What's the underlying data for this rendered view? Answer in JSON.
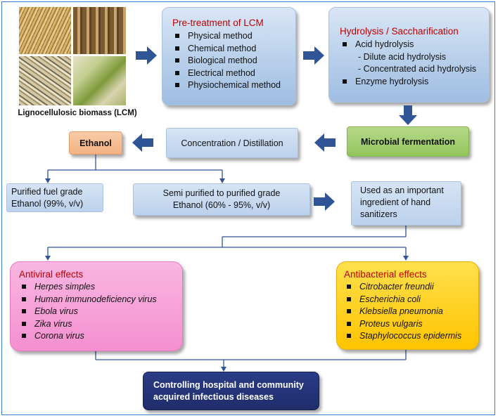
{
  "biomass": {
    "caption": "Lignocellulosic biomass (LCM)",
    "colors": {
      "straw": "#c9a35c",
      "corn": "#8a6a3a",
      "fiber": "#b9a27a",
      "cane": "#9fb86a"
    }
  },
  "pretreatment": {
    "title": "Pre-treatment of LCM",
    "items": [
      "Physical method",
      "Chemical method",
      "Biological method",
      "Electrical method",
      "Physiochemical method"
    ]
  },
  "hydrolysis": {
    "title": "Hydrolysis / Saccharification",
    "acid": "Acid hydrolysis",
    "acid_sub": [
      "- Dilute acid hydrolysis",
      "- Concentrated acid hydrolysis"
    ],
    "enzyme": "Enzyme hydrolysis"
  },
  "fermentation": {
    "label": "Microbial fermentation",
    "color": "#92c55a"
  },
  "distillation": {
    "label": "Concentration / Distillation"
  },
  "ethanol": {
    "label": "Ethanol",
    "color": "#f4b183"
  },
  "fuel_grade": {
    "line1": "Purified fuel grade",
    "line2": "Ethanol (99%, v/v)"
  },
  "semi_purified": {
    "line1": "Semi purified to purified grade",
    "line2": "Ethanol (60% - 95%, v/v)"
  },
  "sanitizer": {
    "line1": "Used as an important",
    "line2": "ingredient of hand",
    "line3": "sanitizers"
  },
  "antiviral": {
    "title": "Antiviral effects",
    "items": [
      "Herpes simples",
      "Human immunodeficiency virus",
      "Ebola virus",
      "Zika virus",
      "Corona virus"
    ],
    "color": "#f48fd0"
  },
  "antibacterial": {
    "title": "Antibacterial effects",
    "items": [
      "Citrobacter freundii",
      "Escherichia coli",
      "Klebsiella pneumonia",
      "Proteus vulgaris",
      "Staphylococcus epidermis"
    ],
    "color": "#ffd400"
  },
  "outcome": {
    "line1": "Controlling hospital and community",
    "line2": "acquired infectious diseases",
    "color": "#1f2d6b"
  },
  "colors": {
    "arrow": "#2f5597",
    "connector": "#2f5597",
    "frame": "#3a7ec7"
  }
}
